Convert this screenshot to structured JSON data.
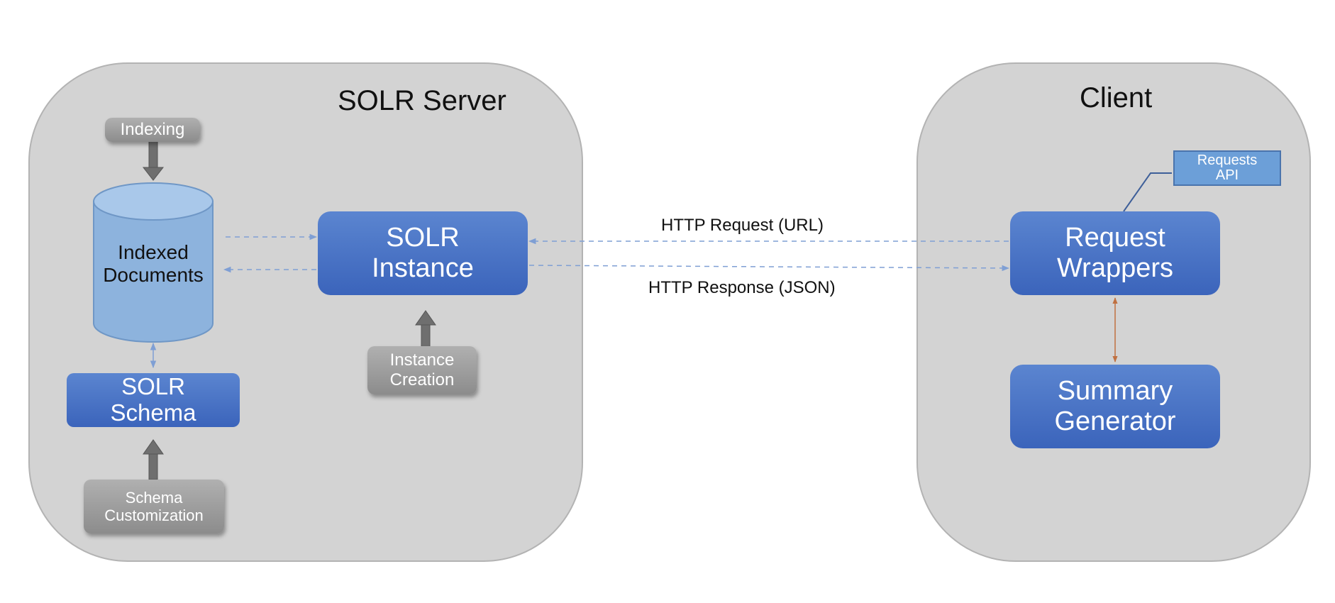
{
  "server": {
    "title": "SOLR Server",
    "indexing_label": "Indexing",
    "indexed_docs": {
      "line1": "Indexed",
      "line2": "Documents"
    },
    "schema": {
      "line1": "SOLR",
      "line2": "Schema"
    },
    "schema_customization": {
      "line1": "Schema",
      "line2": "Customization"
    },
    "instance": {
      "line1": "SOLR",
      "line2": "Instance"
    },
    "instance_creation": {
      "line1": "Instance",
      "line2": "Creation"
    }
  },
  "connection": {
    "request_label": "HTTP Request (URL)",
    "response_label": "HTTP Response (JSON)"
  },
  "client": {
    "title": "Client",
    "requests_api": {
      "line1": "Requests",
      "line2": "API"
    },
    "request_wrappers": {
      "line1": "Request",
      "line2": "Wrappers"
    },
    "summary_generator": {
      "line1": "Summary",
      "line2": "Generator"
    }
  },
  "colors": {
    "panel": "#d3d3d3",
    "blue_box": "#4a74c6",
    "gray_box": "#9b9b9b",
    "cylinder": "#8db3dd",
    "dashed_arrow": "#7f9fd4",
    "bidirectional_arrow": "#c07040"
  }
}
